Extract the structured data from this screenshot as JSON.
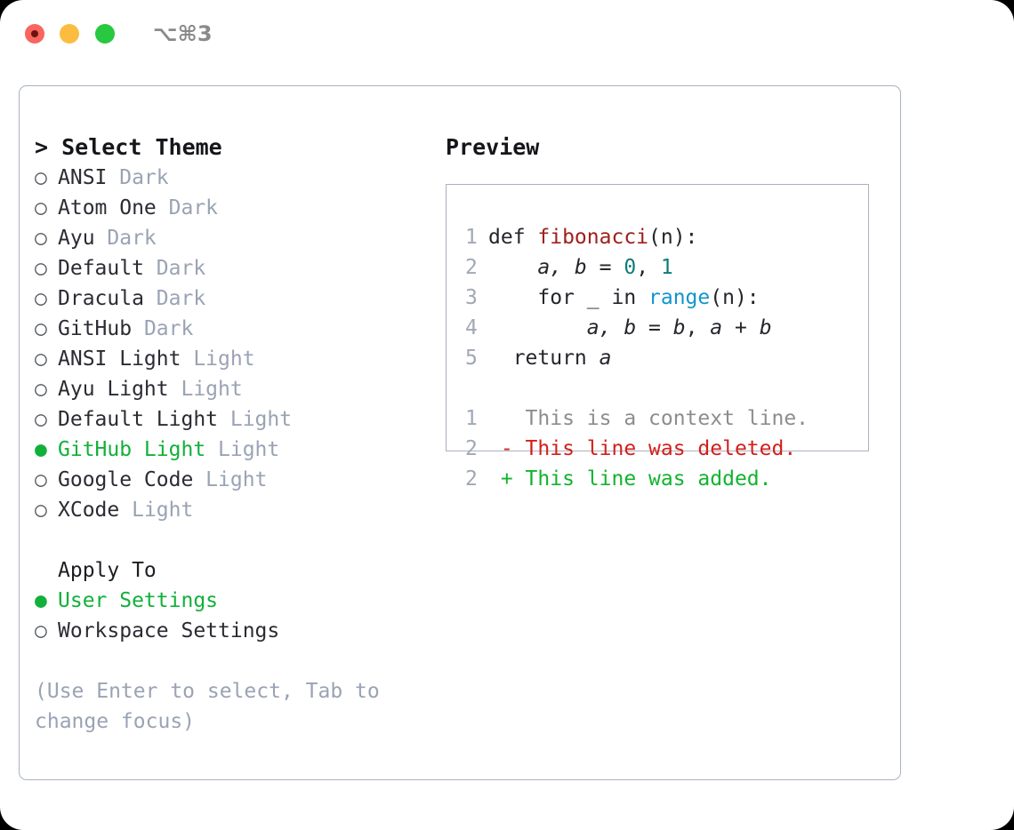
{
  "titlebar": {
    "shortcut": "⌥⌘3",
    "buttons": {
      "close": "close",
      "minimize": "minimize",
      "maximize": "maximize"
    }
  },
  "colors": {
    "accent_green": "#11b03a",
    "muted": "#9aa3b4",
    "text": "#2b2b33",
    "border": "#aab2c0",
    "diff_add": "#12b32e",
    "diff_del": "#d2201c",
    "diff_ctx": "#8d8d8d",
    "token_function": "#a0201c",
    "token_number": "#0f7b7b",
    "token_builtin": "#1195cd"
  },
  "theme_list": {
    "header": "> Select Theme",
    "bullet_selected": "●",
    "bullet_unselected": "○",
    "items": [
      {
        "name": "ANSI",
        "suffix": "Dark",
        "selected": false
      },
      {
        "name": "Atom One",
        "suffix": "Dark",
        "selected": false
      },
      {
        "name": "Ayu",
        "suffix": "Dark",
        "selected": false
      },
      {
        "name": "Default",
        "suffix": "Dark",
        "selected": false
      },
      {
        "name": "Dracula",
        "suffix": "Dark",
        "selected": false
      },
      {
        "name": "GitHub",
        "suffix": "Dark",
        "selected": false
      },
      {
        "name": "ANSI Light",
        "suffix": "Light",
        "selected": false
      },
      {
        "name": "Ayu Light",
        "suffix": "Light",
        "selected": false
      },
      {
        "name": "Default Light",
        "suffix": "Light",
        "selected": false
      },
      {
        "name": "GitHub Light",
        "suffix": "Light",
        "selected": true
      },
      {
        "name": "Google Code",
        "suffix": "Light",
        "selected": false
      },
      {
        "name": "XCode",
        "suffix": "Light",
        "selected": false
      }
    ]
  },
  "apply_to": {
    "header": "Apply To",
    "items": [
      {
        "name": "User Settings",
        "selected": true
      },
      {
        "name": "Workspace Settings",
        "selected": false
      }
    ]
  },
  "hint": "(Use Enter to select, Tab to change focus)",
  "preview": {
    "title": "Preview",
    "code_lines": [
      {
        "num": "1",
        "tokens": [
          {
            "t": "def ",
            "c": "plain"
          },
          {
            "t": "fibonacci",
            "c": "fn"
          },
          {
            "t": "(n):",
            "c": "plain"
          }
        ]
      },
      {
        "num": "2",
        "tokens": [
          {
            "t": "    ",
            "c": "plain"
          },
          {
            "t": "a, b",
            "c": "var"
          },
          {
            "t": " = ",
            "c": "plain"
          },
          {
            "t": "0",
            "c": "num"
          },
          {
            "t": ", ",
            "c": "plain"
          },
          {
            "t": "1",
            "c": "num"
          }
        ]
      },
      {
        "num": "3",
        "tokens": [
          {
            "t": "    for _ in ",
            "c": "plain"
          },
          {
            "t": "range",
            "c": "builtin"
          },
          {
            "t": "(n):",
            "c": "plain"
          }
        ]
      },
      {
        "num": "4",
        "tokens": [
          {
            "t": "        ",
            "c": "plain"
          },
          {
            "t": "a, b",
            "c": "var"
          },
          {
            "t": " = ",
            "c": "plain"
          },
          {
            "t": "b",
            "c": "var"
          },
          {
            "t": ", ",
            "c": "plain"
          },
          {
            "t": "a",
            "c": "var"
          },
          {
            "t": " + ",
            "c": "plain"
          },
          {
            "t": "b",
            "c": "var"
          }
        ]
      },
      {
        "num": "5",
        "tokens": [
          {
            "t": "  return ",
            "c": "plain"
          },
          {
            "t": "a",
            "c": "var"
          }
        ]
      }
    ],
    "diff_lines": [
      {
        "num": "1",
        "marker": " ",
        "text": " This is a context line.",
        "kind": "ctx"
      },
      {
        "num": "2",
        "marker": "-",
        "text": " This line was deleted.",
        "kind": "del"
      },
      {
        "num": "2",
        "marker": "+",
        "text": " This line was added.",
        "kind": "add"
      }
    ]
  }
}
